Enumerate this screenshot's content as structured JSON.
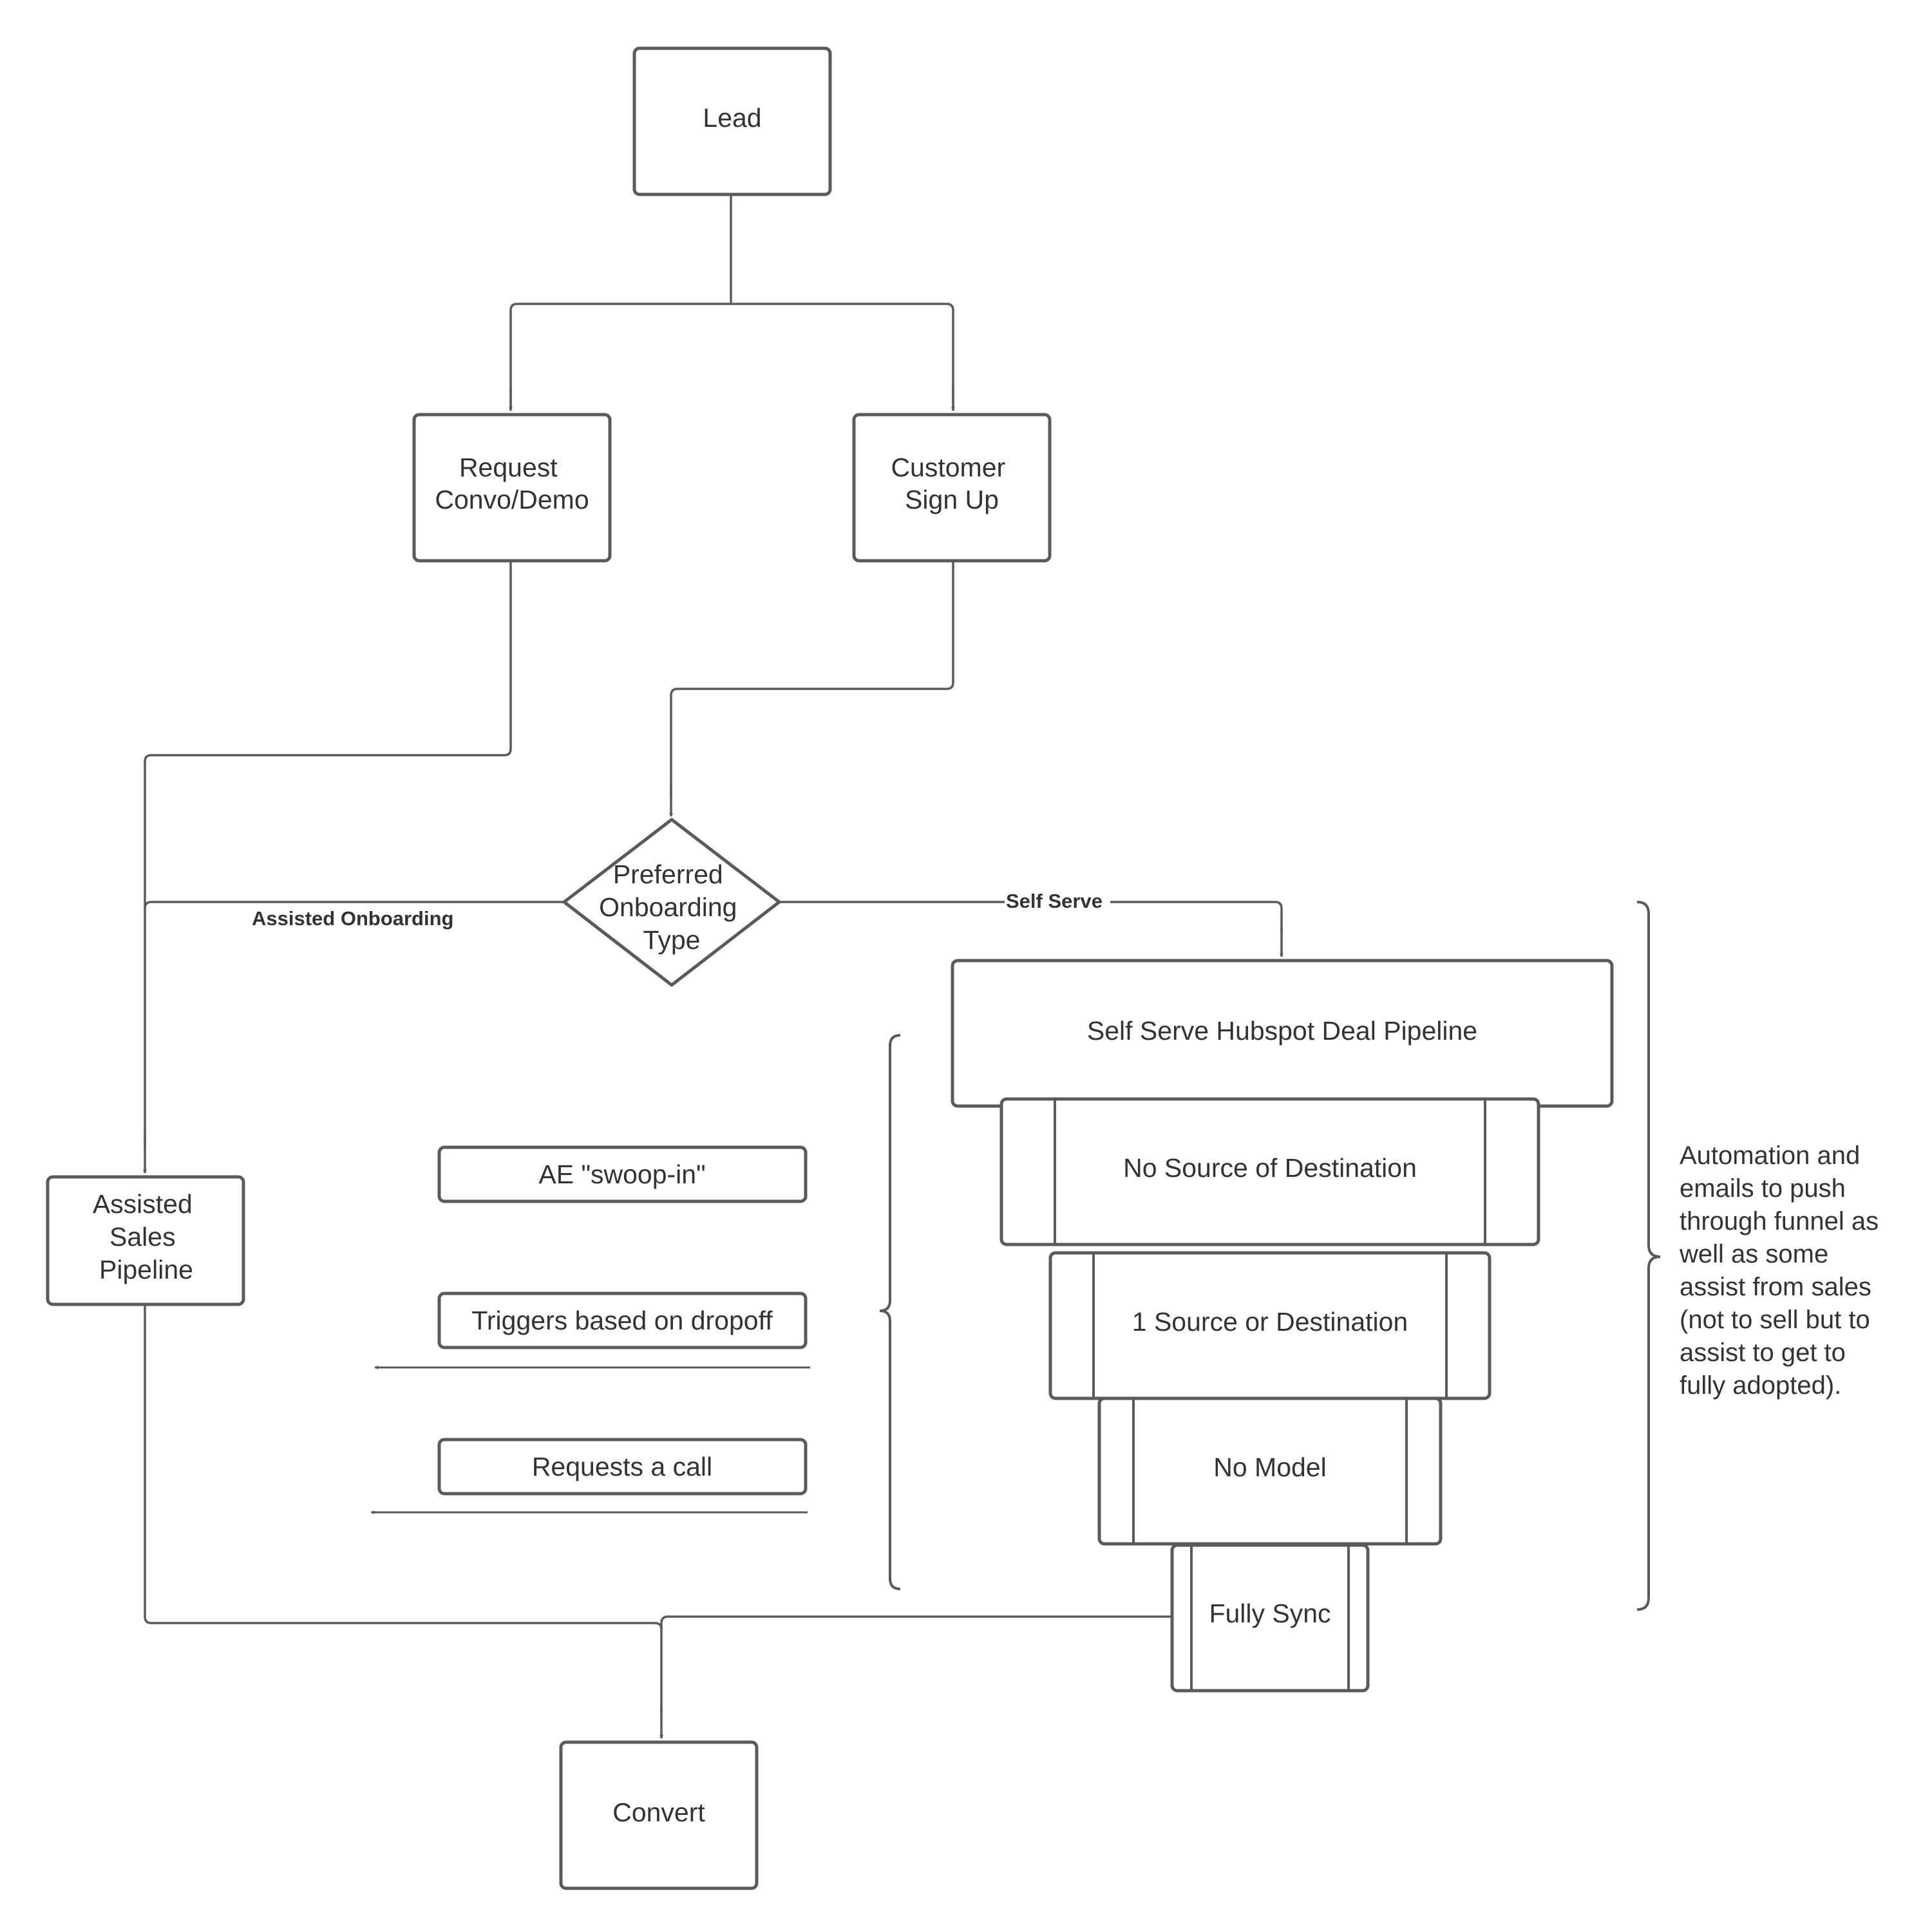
{
  "colors": {
    "stroke": "#5a5a5a",
    "text": "#333333",
    "background": "#ffffff"
  },
  "nodes": {
    "lead": "Lead",
    "request": [
      "Request",
      "Convo/Demo"
    ],
    "signup": [
      "Customer",
      "Sign Up"
    ],
    "decision": [
      "Preferred",
      "Onboarding",
      "Type"
    ],
    "assisted_pipeline": [
      "Assisted",
      "Sales",
      "Pipeline"
    ],
    "self_serve_pipeline": "Self Serve Hubspot Deal Pipeline",
    "stage_1": "No Source of Destination",
    "stage_2": "1 Source or Destination",
    "stage_3": "No Model",
    "stage_4": "Fully Sync",
    "convert": "Convert"
  },
  "edge_labels": {
    "assisted": "Assisted Onboarding",
    "self_serve": "Self Serve"
  },
  "actions": {
    "swoop": "AE \"swoop-in\"",
    "triggers": "Triggers based on dropoff",
    "requests": "Requests a call"
  },
  "note_lines": [
    "Automation and",
    "emails to push",
    "through funnel as",
    "well as some",
    "assist from sales",
    "(not to sell but to",
    "assist to get to",
    "fully adopted)."
  ]
}
